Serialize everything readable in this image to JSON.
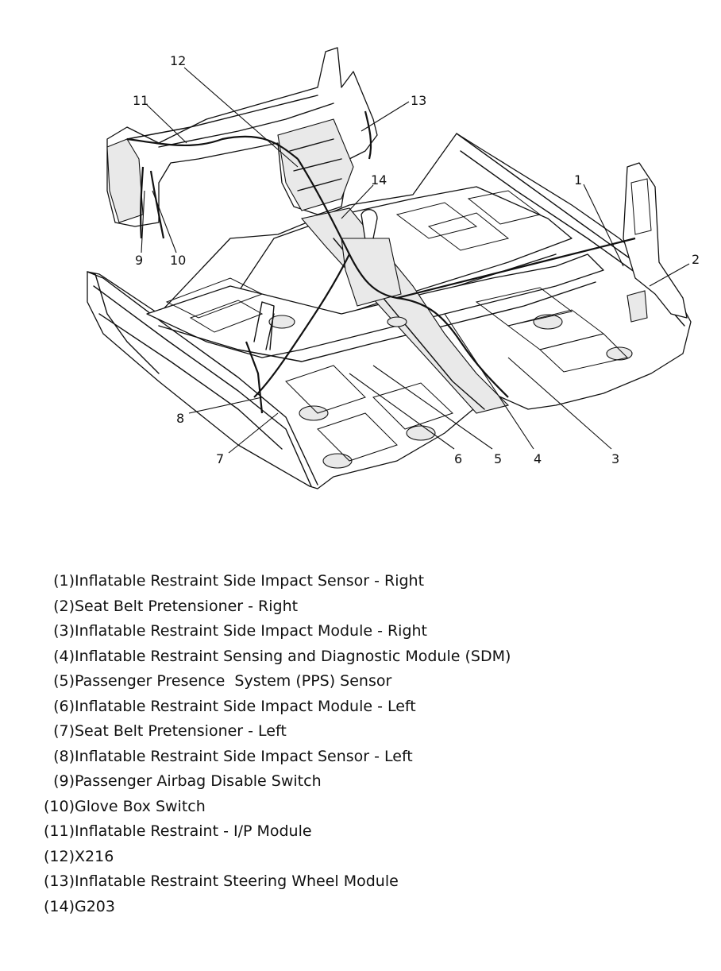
{
  "callouts": [
    {
      "id": "1",
      "label": "1"
    },
    {
      "id": "2",
      "label": "2"
    },
    {
      "id": "3",
      "label": "3"
    },
    {
      "id": "4",
      "label": "4"
    },
    {
      "id": "5",
      "label": "5"
    },
    {
      "id": "6",
      "label": "6"
    },
    {
      "id": "7",
      "label": "7"
    },
    {
      "id": "8",
      "label": "8"
    },
    {
      "id": "9",
      "label": "9"
    },
    {
      "id": "10",
      "label": "10"
    },
    {
      "id": "11",
      "label": "11"
    },
    {
      "id": "12",
      "label": "12"
    },
    {
      "id": "13",
      "label": "13"
    },
    {
      "id": "14",
      "label": "14"
    }
  ],
  "legend": [
    {
      "num": "(1)",
      "text": "Inflatable Restraint Side Impact Sensor - Right"
    },
    {
      "num": "(2)",
      "text": "Seat Belt Pretensioner - Right"
    },
    {
      "num": "(3)",
      "text": "Inflatable Restraint Side Impact Module - Right"
    },
    {
      "num": "(4)",
      "text": "Inflatable Restraint Sensing and Diagnostic Module (SDM)"
    },
    {
      "num": "(5)",
      "text": "Passenger Presence  System (PPS) Sensor"
    },
    {
      "num": "(6)",
      "text": "Inflatable Restraint Side Impact Module - Left"
    },
    {
      "num": "(7)",
      "text": "Seat Belt Pretensioner - Left"
    },
    {
      "num": "(8)",
      "text": "Inflatable Restraint Side Impact Sensor - Left"
    },
    {
      "num": "(9)",
      "text": "Passenger Airbag Disable Switch"
    },
    {
      "num": "(10)",
      "text": "Glove Box Switch"
    },
    {
      "num": "(11)",
      "text": "Inflatable Restraint - I/P Module"
    },
    {
      "num": "(12)",
      "text": "X216"
    },
    {
      "num": "(13)",
      "text": "Inflatable Restraint Steering Wheel Module"
    },
    {
      "num": "(14)",
      "text": "G203"
    }
  ]
}
